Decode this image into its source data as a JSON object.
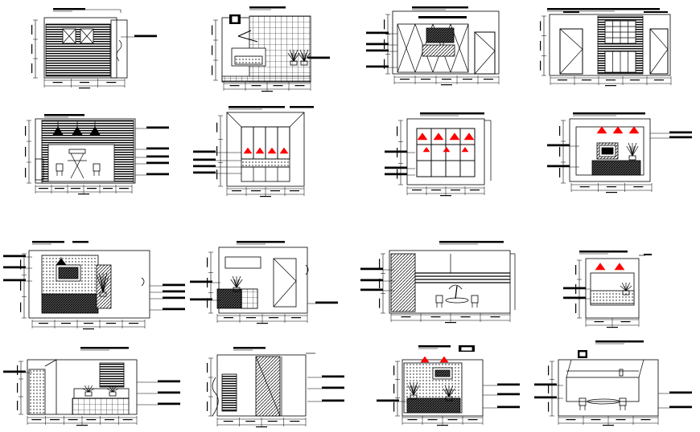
{
  "sheet": {
    "background": "#ffffff",
    "ink_color": "#000000",
    "accent_color": "#ff0000",
    "drawing_count": 16
  },
  "drawings": [
    {
      "id": "elevation-1",
      "kind": "framed-art-wall-with-slatted-panel"
    },
    {
      "id": "elevation-2",
      "kind": "tiled-wall-with-cabinet-and-plants"
    },
    {
      "id": "elevation-3",
      "kind": "diagonal-panel-wall-with-door"
    },
    {
      "id": "elevation-4",
      "kind": "two-door-wall-with-grid-cabinet"
    },
    {
      "id": "elevation-5",
      "kind": "dining-wall-with-pendant-lamps"
    },
    {
      "id": "elevation-6",
      "kind": "glass-display-cabinet-with-red-lights"
    },
    {
      "id": "elevation-7",
      "kind": "shelving-with-red-downlights"
    },
    {
      "id": "elevation-8",
      "kind": "tv-wall-with-red-spotlights"
    },
    {
      "id": "elevation-9",
      "kind": "stone-wall-with-fireplace-and-art"
    },
    {
      "id": "elevation-10",
      "kind": "low-cabinet-with-plant-and-door"
    },
    {
      "id": "elevation-11",
      "kind": "dining-set-with-hatched-wall"
    },
    {
      "id": "elevation-12",
      "kind": "small-shelf-with-red-lamps"
    },
    {
      "id": "elevation-13",
      "kind": "kitchen-wall-with-side-panel"
    },
    {
      "id": "elevation-14",
      "kind": "sectioned-wall-with-tall-panel"
    },
    {
      "id": "elevation-15",
      "kind": "framed-art-alcove-with-red-lamps"
    },
    {
      "id": "elevation-16",
      "kind": "dining-alcove-with-chairs"
    }
  ]
}
